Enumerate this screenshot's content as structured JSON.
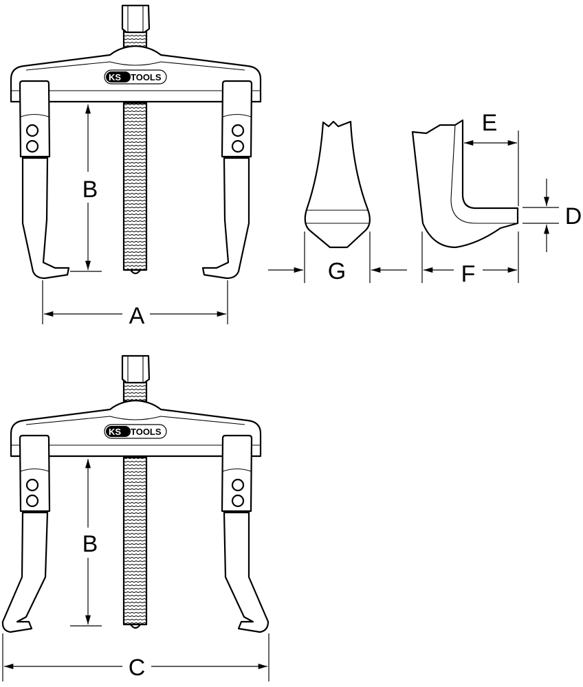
{
  "brand": "KS TOOLS",
  "logo": {
    "ks": "KS",
    "tools": "TOOLS"
  },
  "dimensions": {
    "a": "A",
    "b_top": "B",
    "b_bottom": "B",
    "c": "C",
    "d": "D",
    "e": "E",
    "f": "F",
    "g": "G"
  },
  "colors": {
    "line": "#000000",
    "background": "#ffffff"
  }
}
